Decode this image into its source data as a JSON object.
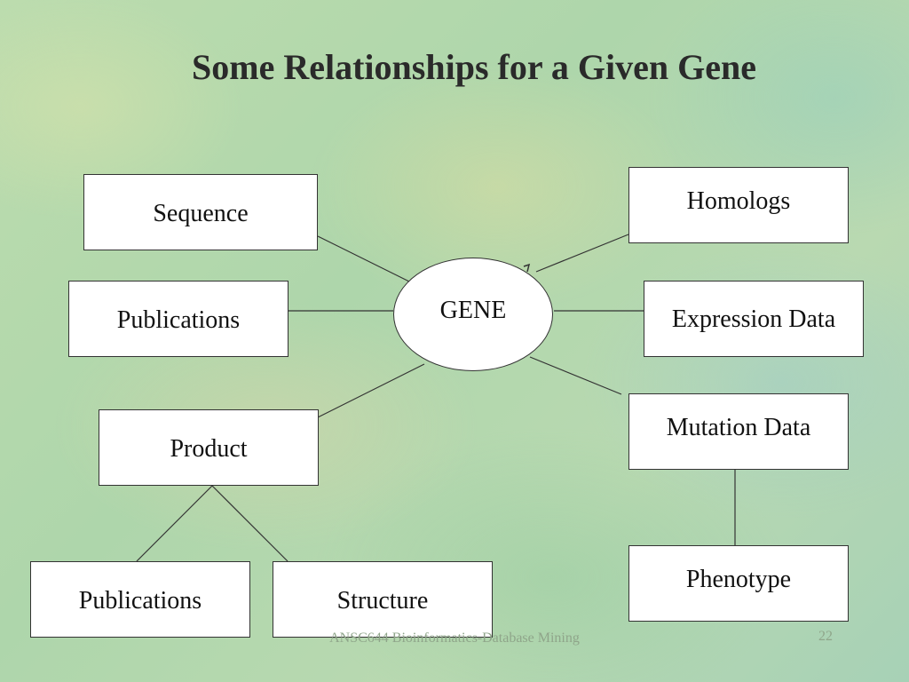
{
  "title": "Some Relationships for a Given Gene",
  "center": "GENE",
  "nodes": {
    "sequence": "Sequence",
    "publications_left": "Publications",
    "product": "Product",
    "publications_bottom": "Publications",
    "structure": "Structure",
    "homologs": "Homologs",
    "expression_data": "Expression Data",
    "mutation_data": "Mutation Data",
    "phenotype": "Phenotype"
  },
  "footer": {
    "text": "ANSC644 Bioinformatics-Database Mining",
    "page": "22"
  }
}
